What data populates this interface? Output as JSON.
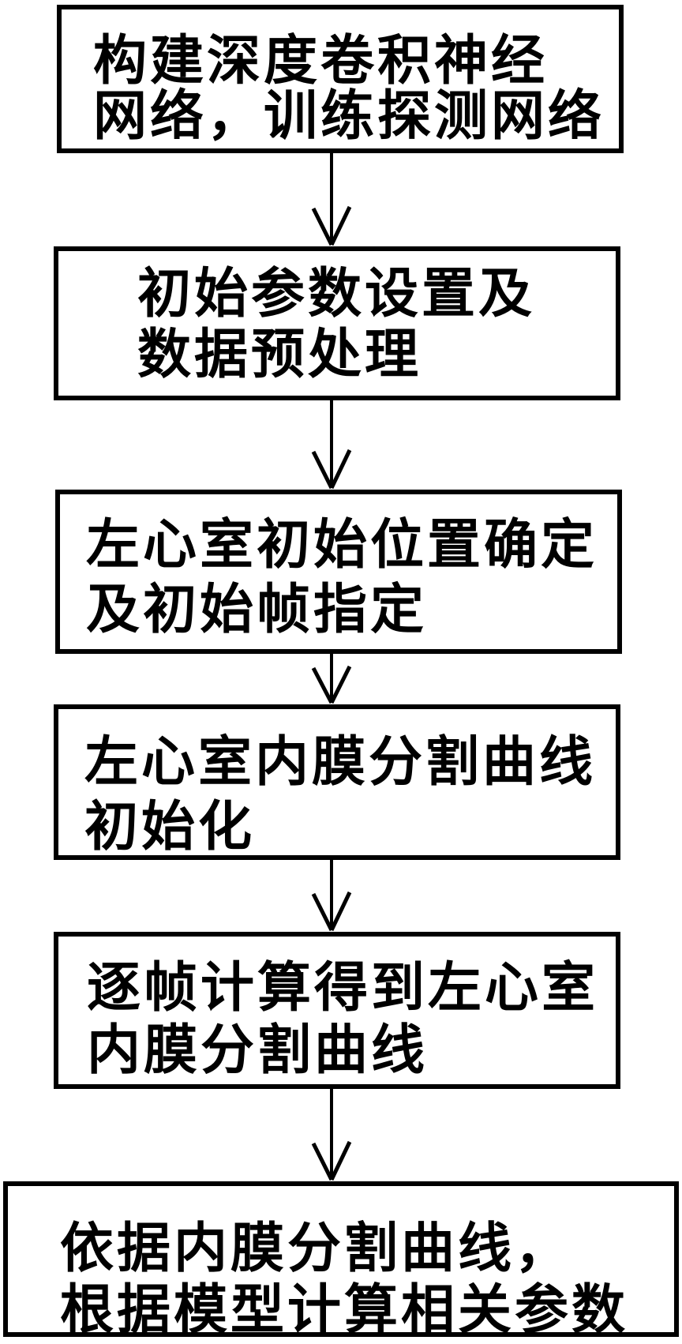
{
  "figure": {
    "type": "flowchart",
    "background_color": "#ffffff",
    "line_color": "#000000",
    "text_color": "#000000",
    "steps": [
      {
        "lines": [
          "构建深度卷积神经",
          "网络，训练探测网络"
        ]
      },
      {
        "lines": [
          "初始参数设置及",
          "数据预处理"
        ]
      },
      {
        "lines": [
          "左心室初始位置确定",
          "及初始帧指定"
        ]
      },
      {
        "lines": [
          "左心室内膜分割曲线",
          "初始化"
        ]
      },
      {
        "lines": [
          "逐帧计算得到左心室",
          "内膜分割曲线"
        ]
      },
      {
        "lines": [
          "依据内膜分割曲线，",
          "根据模型计算相关参数"
        ]
      }
    ],
    "arrow_direction": "down"
  }
}
